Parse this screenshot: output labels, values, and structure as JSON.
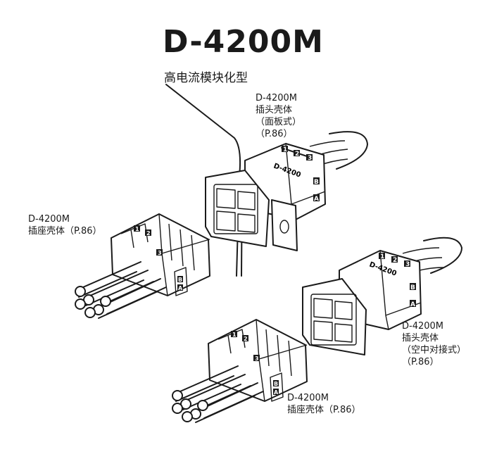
{
  "title": "D-4200M",
  "subtitle": "高电流模块化型",
  "labels": {
    "panel_housing": [
      "D-4200M",
      "插头壳体",
      "（面板式）",
      "（P.86）"
    ],
    "receptacle_left": [
      "D-4200M",
      "插座壳体（P.86）"
    ],
    "air_housing": [
      "D-4200M",
      "插头壳体",
      "（空中对接式）",
      "（P.86）"
    ],
    "receptacle_bottom": [
      "D-4200M",
      "插座壳体（P.86）"
    ]
  },
  "markings": {
    "housing_text": "D-4200",
    "pin_1": "1",
    "pin_2": "2",
    "pin_3": "3",
    "row_a": "A",
    "row_b": "B"
  }
}
